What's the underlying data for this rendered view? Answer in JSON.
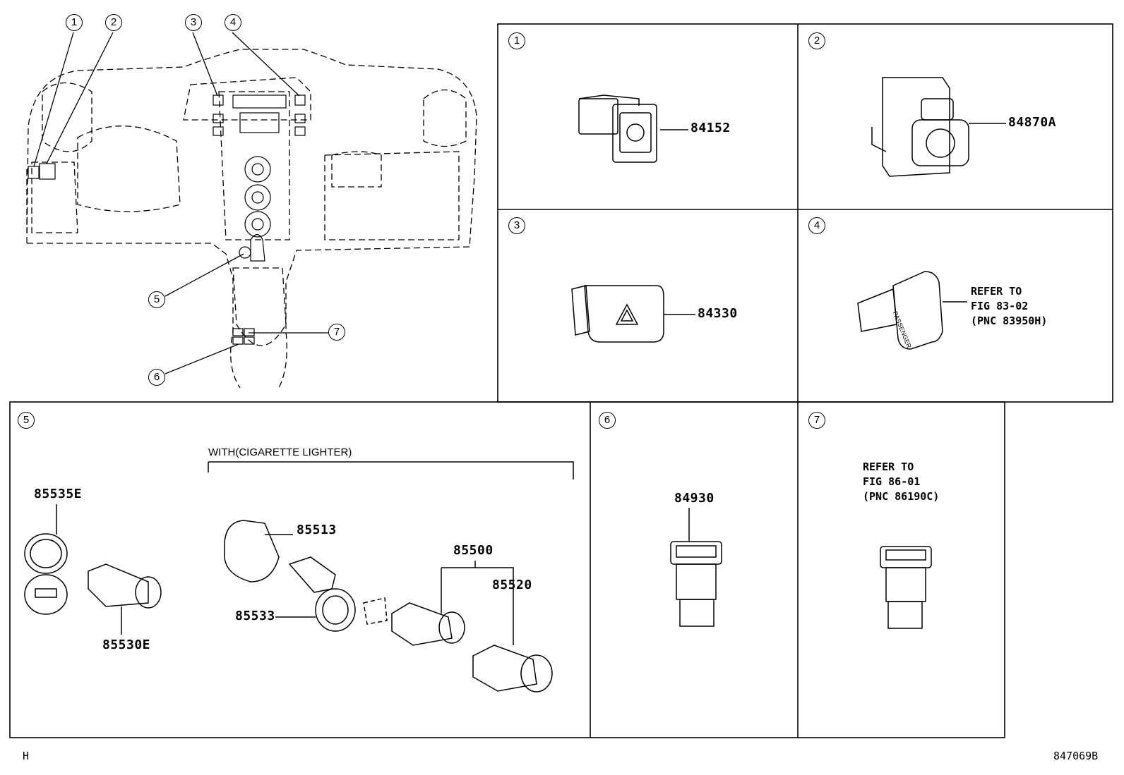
{
  "callouts": {
    "c1": "1",
    "c2": "2",
    "c3": "3",
    "c4": "4",
    "c5": "5",
    "c6": "6",
    "c7": "7"
  },
  "panels": {
    "p1": {
      "number": "1",
      "part": "84152"
    },
    "p2": {
      "number": "2",
      "part": "84870A"
    },
    "p3": {
      "number": "3",
      "part": "84330"
    },
    "p4": {
      "number": "4",
      "refer": "REFER TO\nFIG 83-02\n(PNC 83950H)",
      "switch_text": "PASSENGER"
    },
    "p5": {
      "number": "5",
      "group_label": "WITH(CIGARETTE LIGHTER)",
      "parts": {
        "a": "85535E",
        "b": "85530E",
        "c": "85513",
        "d": "85533",
        "e": "85500",
        "f": "85520"
      }
    },
    "p6": {
      "number": "6",
      "part": "84930"
    },
    "p7": {
      "number": "7",
      "refer": "REFER TO\nFIG 86-01\n(PNC 86190C)"
    }
  },
  "footer": {
    "left": "H",
    "right": "847069B"
  }
}
